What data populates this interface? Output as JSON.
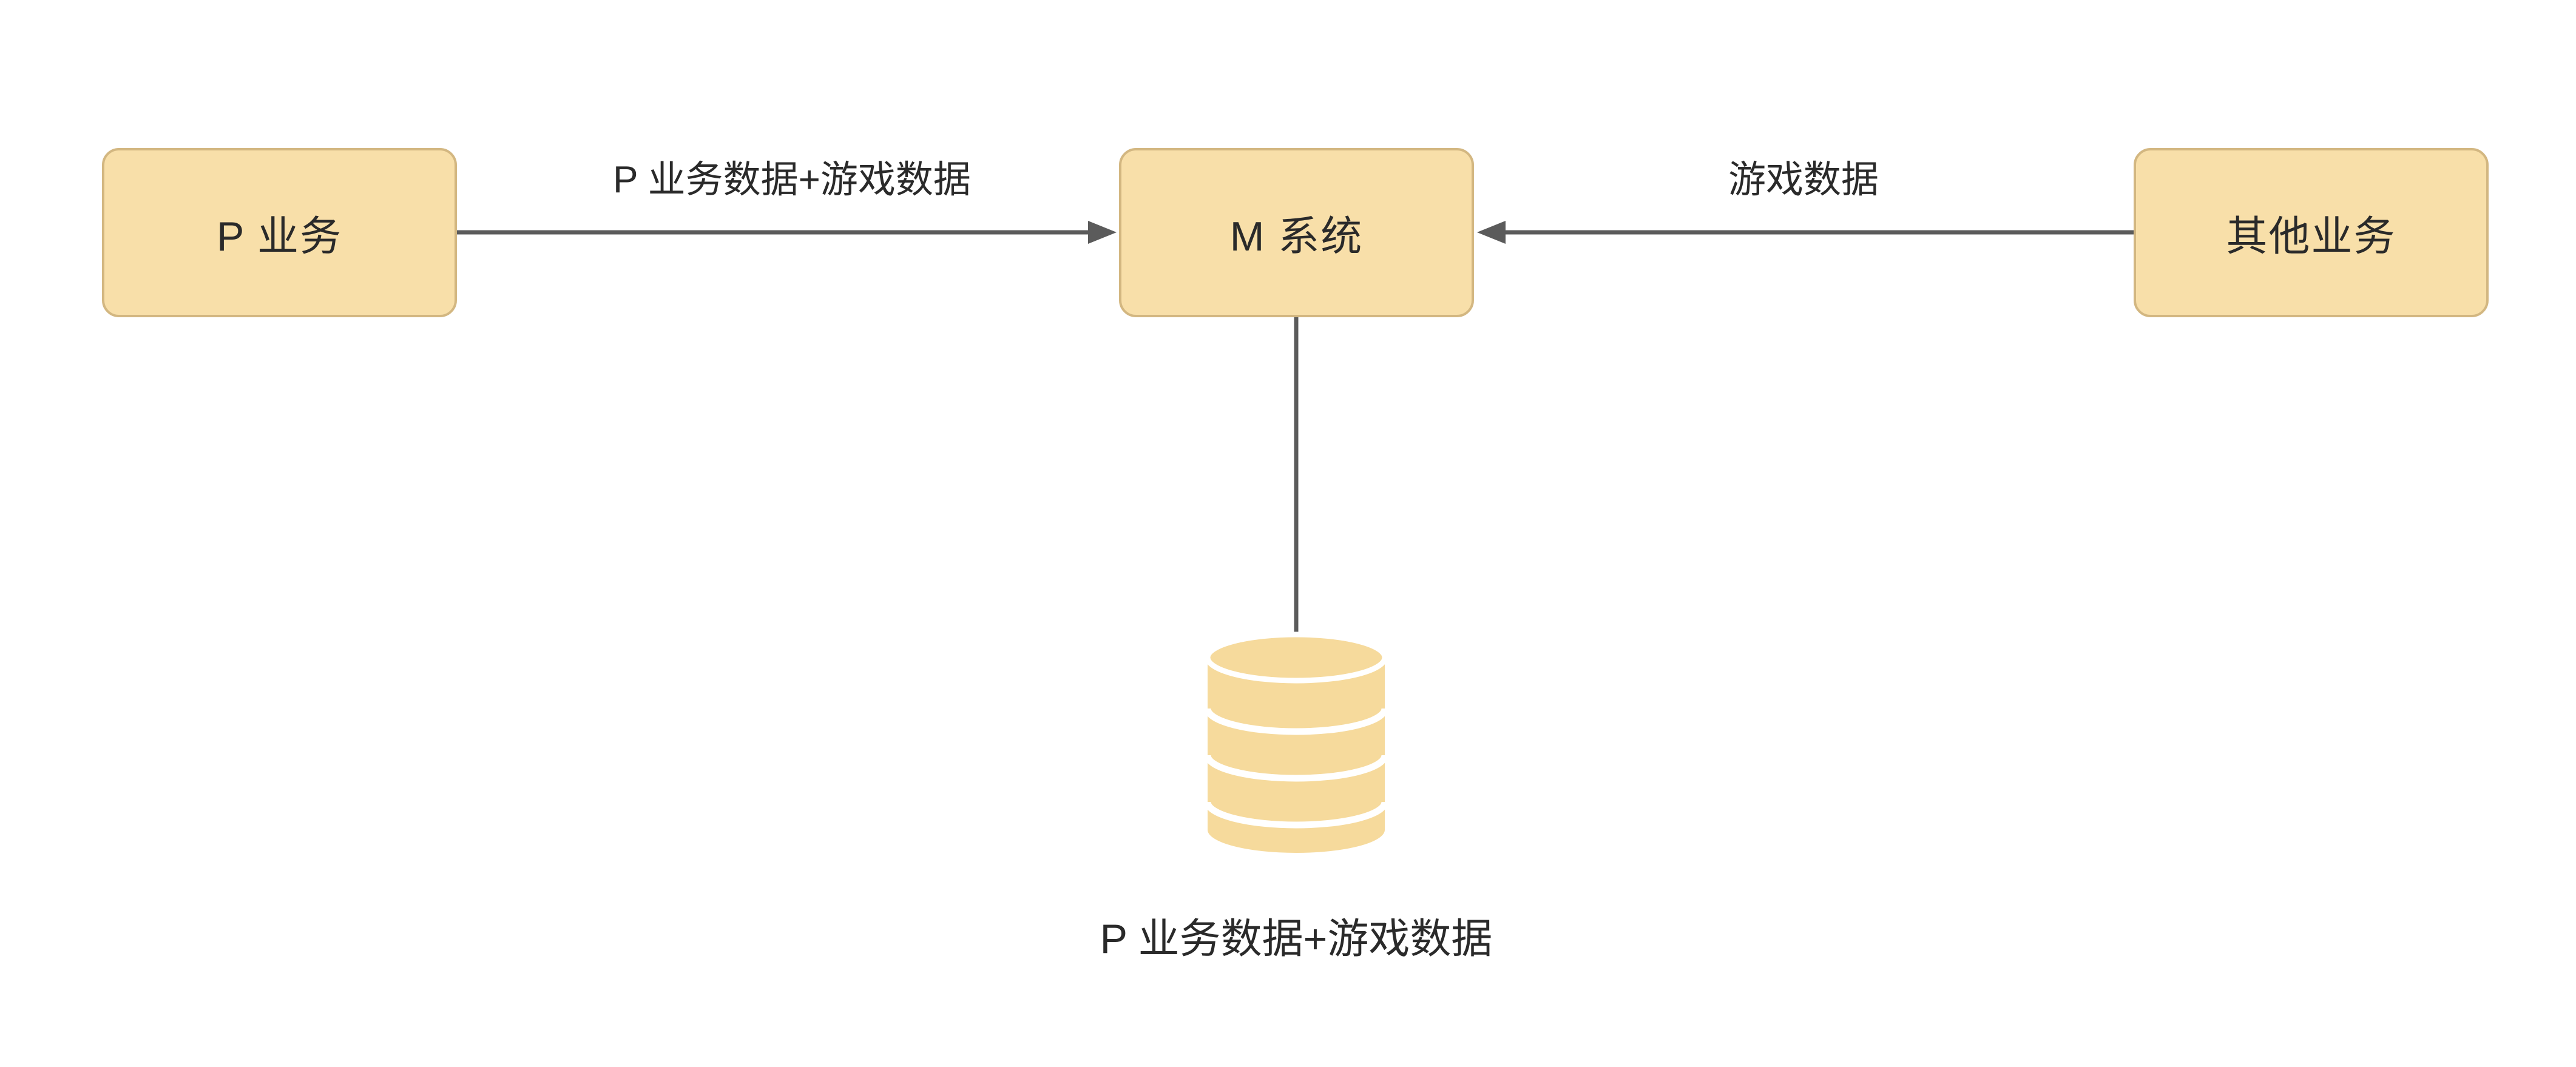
{
  "diagram": {
    "nodes": [
      {
        "id": "p-business",
        "label": "P 业务"
      },
      {
        "id": "m-system",
        "label": "M 系统"
      },
      {
        "id": "other-business",
        "label": "其他业务"
      }
    ],
    "edges": [
      {
        "from": "p-business",
        "to": "m-system",
        "label": "P 业务数据+游戏数据",
        "arrow": "right"
      },
      {
        "from": "other-business",
        "to": "m-system",
        "label": "游戏数据",
        "arrow": "left"
      },
      {
        "from": "m-system",
        "to": "database",
        "label": "",
        "arrow": "none"
      }
    ],
    "database": {
      "icon": "database-cylinder-icon",
      "label": "P 业务数据+游戏数据"
    },
    "colors": {
      "background": "#FFFFFF",
      "node_fill": "#F8DFA9",
      "node_border": "#D3B781",
      "cylinder_fill": "#F6DA9C",
      "connector": "#5B5B5B",
      "text": "#2A2A2A"
    }
  }
}
